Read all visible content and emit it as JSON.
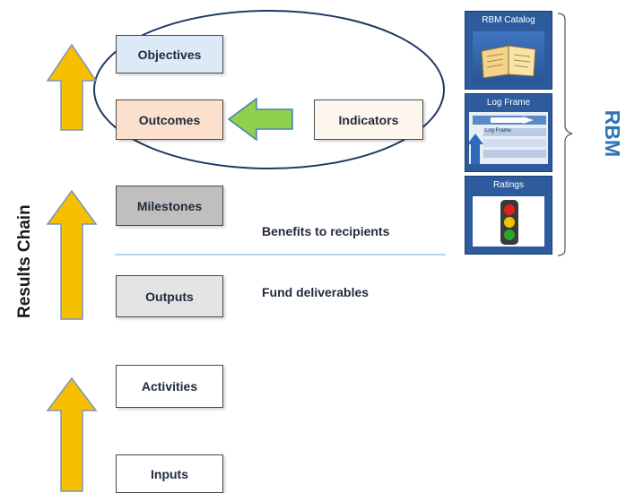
{
  "side_label": "Results Chain",
  "rbm_label": "RBM",
  "boxes": {
    "objectives": "Objectives",
    "outcomes": "Outcomes",
    "indicators": "Indicators",
    "milestones": "Milestones",
    "outputs": "Outputs",
    "activities": "Activities",
    "inputs": "Inputs"
  },
  "annotations": {
    "benefits": "Benefits to recipients",
    "deliverables": "Fund deliverables"
  },
  "tiles": [
    {
      "title": "RBM Catalog",
      "icon": "catalog-book-icon"
    },
    {
      "title": "Log Frame",
      "icon": "log-frame-icon",
      "inner_text": "Log Frame"
    },
    {
      "title": "Ratings",
      "icon": "traffic-light-icon"
    }
  ],
  "colors": {
    "objectives": "#dce9f7",
    "outcomes": "#fbe0cd",
    "indicators": "#fdf6ee",
    "milestones": "#bfbfbf",
    "outputs": "#e4e4e4",
    "plain": "#ffffff",
    "arrow_yellow": "#f6c000",
    "arrow_green": "#8ed14c",
    "ellipse_stroke": "#1f3864",
    "tile_blue": "#2d5b9e",
    "rbm_blue": "#2e75b6"
  }
}
